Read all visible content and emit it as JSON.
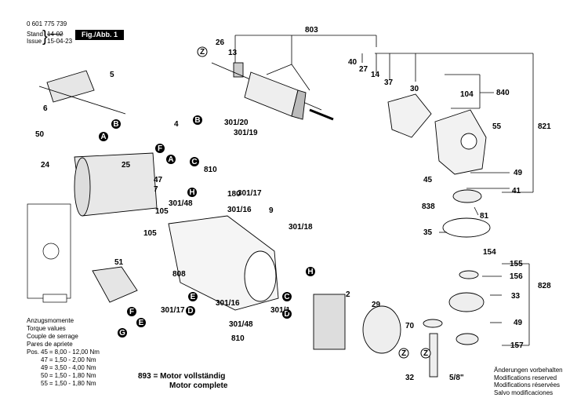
{
  "header": {
    "part_number": "0 601 775 739",
    "stand_label": "Stand",
    "stand_value": "14-02",
    "issue_label": "Issue",
    "issue_value": "15-04-23",
    "figure_label": "Fig./Abb. 1"
  },
  "parts": {
    "p803": "803",
    "p26": "26",
    "p13": "13",
    "p40": "40",
    "p27": "27",
    "p14": "14",
    "p37": "37",
    "p30": "30",
    "p840": "840",
    "p104": "104",
    "p821": "821",
    "p5": "5",
    "p6": "6",
    "p50": "50",
    "p4": "4",
    "p301_20": "301/20",
    "p301_19": "301/19",
    "p55": "55",
    "p24": "24",
    "p25": "25",
    "p810a": "810",
    "p47": "47",
    "p7": "7",
    "p301_17a": "301/17",
    "p301_48a": "301/48",
    "p301_16a": "301/16",
    "p180": "180",
    "p105a": "105",
    "p105b": "105",
    "p9": "9",
    "p301_18": "301/18",
    "p49a": "49",
    "p45": "45",
    "p41": "41",
    "p838": "838",
    "p81": "81",
    "p35": "35",
    "p154": "154",
    "p51": "51",
    "p155": "155",
    "p808": "808",
    "p156": "156",
    "p828": "828",
    "p33": "33",
    "p49b": "49",
    "p301_16b": "301/16",
    "p301_17b": "301/17",
    "p301_48b": "301/48",
    "p810b": "810",
    "p301_1": "301/1",
    "p2": "2",
    "p29": "29",
    "p70": "70",
    "p157": "157",
    "p32": "32",
    "p5_8": "5/8\""
  },
  "callouts": {
    "A": "A",
    "B": "B",
    "C": "C",
    "D": "D",
    "E": "E",
    "F": "F",
    "G": "G",
    "H": "H",
    "Z": "Z"
  },
  "torque": {
    "title_de": "Anzugsmomente",
    "title_en": "Torque values",
    "title_fr": "Couple de serrage",
    "title_es": "Pares de apriete",
    "rows": [
      {
        "pos": "Pos.",
        "num": "45",
        "eq": "=",
        "range": "8,00 - 12,00 Nm"
      },
      {
        "pos": "",
        "num": "47",
        "eq": "=",
        "range": "1,50 - 2,00 Nm"
      },
      {
        "pos": "",
        "num": "49",
        "eq": "=",
        "range": "3,50 - 4,00 Nm"
      },
      {
        "pos": "",
        "num": "50",
        "eq": "=",
        "range": "1,50 - 1,80 Nm"
      },
      {
        "pos": "",
        "num": "55",
        "eq": "=",
        "range": "1,50 - 1,80 Nm"
      }
    ]
  },
  "motor": {
    "line1": "893 = Motor vollständig",
    "line2": "Motor complete"
  },
  "notes": {
    "de": "Änderungen vorbehalten",
    "en": "Modifications reserved",
    "fr": "Modifications réservées",
    "es": "Salvo modificaciones"
  }
}
